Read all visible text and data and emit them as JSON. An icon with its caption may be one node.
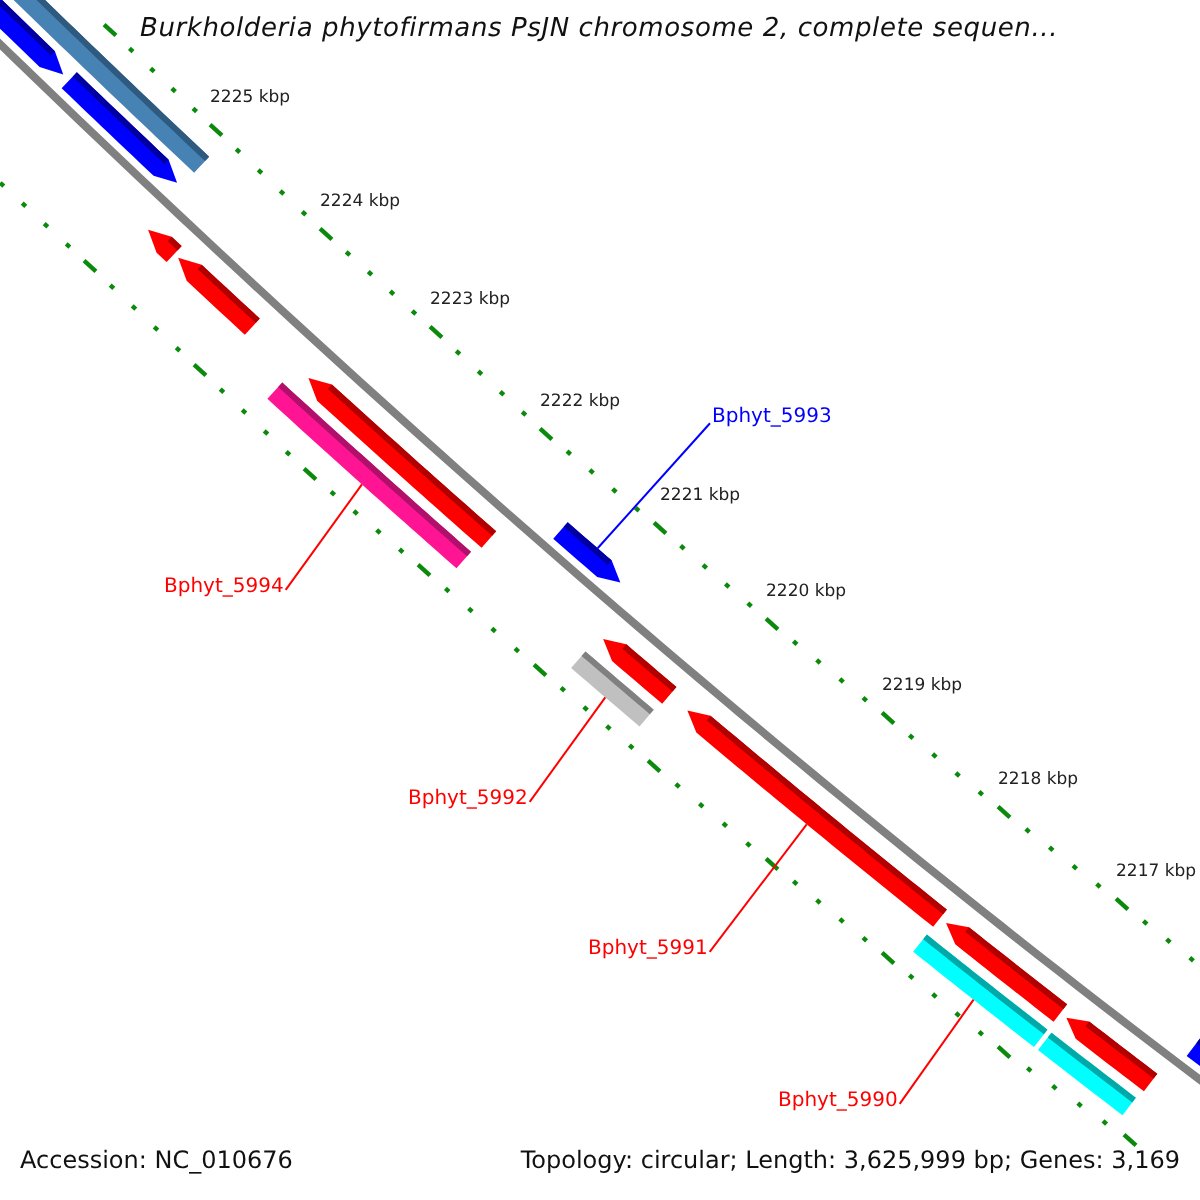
{
  "diagram": {
    "title": "Burkholderia phytofirmans PsJN chromosome 2, complete sequen...",
    "nodes": [
      {
        "text": [
          "Bphyt_5993"
        ]
      },
      {
        "text": [],
        "shape": "arrow"
      },
      {
        "text": [
          "Bphyt_5994"
        ]
      },
      {
        "text": [],
        "shape": "bar"
      },
      {
        "text": [
          "Bphyt_5992"
        ]
      },
      {
        "text": [],
        "shape": "bar"
      },
      {
        "text": [
          "Bphyt_5991"
        ]
      },
      {
        "text": [],
        "shape": "arrow"
      },
      {
        "text": [
          "Bphyt_5990"
        ]
      },
      {
        "text": [],
        "shape": "bar"
      }
    ],
    "edges": [
      {
        "from": 0,
        "to": 1,
        "arrow": "none",
        "color": "#0000ff"
      },
      {
        "from": 2,
        "to": 3,
        "arrow": "none"
      },
      {
        "from": 4,
        "to": 5,
        "arrow": "none"
      },
      {
        "from": 6,
        "to": 7,
        "arrow": "none"
      },
      {
        "from": 8,
        "to": 9,
        "arrow": "none"
      }
    ],
    "labels": [
      "2225 kbp",
      "2224 kbp",
      "2223 kbp",
      "2222 kbp",
      "2221 kbp",
      "2220 kbp",
      "2219 kbp",
      "2218 kbp",
      "2217 kbp",
      "Accession: NC_010676",
      "Topology: circular; Length: 3,625,999 bp; Genes: 3,169"
    ]
  }
}
